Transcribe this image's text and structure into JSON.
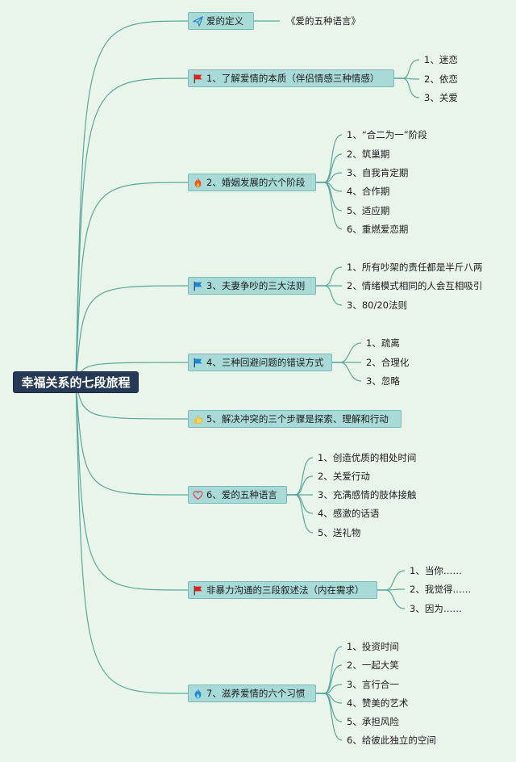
{
  "root": {
    "label": "幸福关系的七段旅程"
  },
  "branches": [
    {
      "label": "爱的定义",
      "icon": "paper-plane-icon",
      "children": [
        "《爱的五种语言》"
      ]
    },
    {
      "label": "1、了解爱情的本质（伴侣情感三种情感）",
      "icon": "red-flag-icon",
      "children": [
        "1、迷恋",
        "2、依恋",
        "3、关爱"
      ]
    },
    {
      "label": "2、婚姻发展的六个阶段",
      "icon": "fire-icon",
      "children": [
        "1、“合二为一”阶段",
        "2、筑巢期",
        "3、自我肯定期",
        "4、合作期",
        "5、适应期",
        "6、重燃爱恋期"
      ]
    },
    {
      "label": "3、夫妻争吵的三大法则",
      "icon": "blue-flag-icon",
      "children": [
        "1、所有吵架的责任都是半斤八两",
        "2、情绪模式相同的人会互相吸引",
        "3、80/20法则"
      ]
    },
    {
      "label": "4、三种回避问题的错误方式",
      "icon": "blue-flag-icon",
      "children": [
        "1、疏离",
        "2、合理化",
        "3、忽略"
      ]
    },
    {
      "label": "5、解决冲突的三个步骤是探索、理解和行动",
      "icon": "thumbs-up-icon",
      "children": []
    },
    {
      "label": "6、爱的五种语言",
      "icon": "heart-icon",
      "children": [
        "1、创造优质的相处时间",
        "2、关爱行动",
        "3、充满感情的肢体接触",
        "4、感激的话语",
        "5、送礼物"
      ]
    },
    {
      "label": "非暴力沟通的三段叙述法（内在需求）",
      "icon": "red-flag-icon",
      "children": [
        "1、当你……",
        "2、我觉得……",
        "3、因为……"
      ]
    },
    {
      "label": "7、滋养爱情的六个习惯",
      "icon": "blue-fire-icon",
      "children": [
        "1、投资时间",
        "2、一起大笑",
        "3、言行合一",
        "4、赞美的艺术",
        "5、承担风险",
        "6、给彼此独立的空间"
      ]
    }
  ],
  "colors": {
    "background": "#e9f4ea",
    "link": "#5aa89a",
    "topic_fill": "#a8dbd8",
    "root_fill": "#263a55",
    "red_flag": "#e02020",
    "blue_flag": "#1f86d6",
    "fire": "#e8541e",
    "heart": "#e04050"
  }
}
